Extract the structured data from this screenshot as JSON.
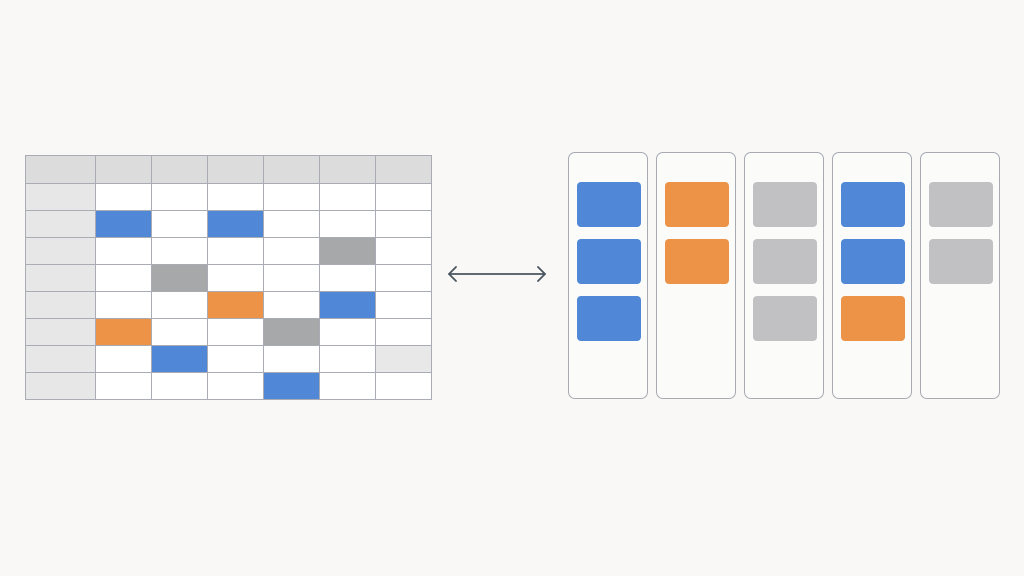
{
  "colors": {
    "background": "#f9f8f7",
    "grid_line": "#a9adb3",
    "header_fill": "#dcdcdc",
    "row_header_fill": "#e7e7e7",
    "cell_fill": "#ffffff",
    "blue": "#5087d6",
    "orange": "#ec9347",
    "grid_gray": "#a7a8a9",
    "light_gray": "#e8e8e8",
    "card_gray": "#c1c1c4",
    "arrow": "#4a5560"
  },
  "grid": {
    "rows": [
      [
        "header",
        "header",
        "header",
        "header",
        "header",
        "header",
        "header"
      ],
      [
        "rowhead",
        "empty",
        "empty",
        "empty",
        "empty",
        "empty",
        "empty"
      ],
      [
        "rowhead",
        "blue",
        "empty",
        "blue",
        "empty",
        "empty",
        "empty"
      ],
      [
        "rowhead",
        "empty",
        "empty",
        "empty",
        "empty",
        "gray",
        "empty"
      ],
      [
        "rowhead",
        "empty",
        "gray",
        "empty",
        "empty",
        "empty",
        "empty"
      ],
      [
        "rowhead",
        "empty",
        "empty",
        "orange",
        "empty",
        "blue",
        "empty"
      ],
      [
        "rowhead",
        "orange",
        "empty",
        "empty",
        "gray",
        "empty",
        "empty"
      ],
      [
        "rowhead",
        "empty",
        "blue",
        "empty",
        "empty",
        "empty",
        "light"
      ],
      [
        "rowhead",
        "empty",
        "empty",
        "empty",
        "blue",
        "empty",
        "empty"
      ]
    ]
  },
  "connector": {
    "icon": "double-arrow-icon"
  },
  "board": {
    "columns": [
      {
        "cards": [
          "blue",
          "blue",
          "blue"
        ]
      },
      {
        "cards": [
          "orange",
          "orange"
        ]
      },
      {
        "cards": [
          "gray",
          "gray",
          "gray"
        ]
      },
      {
        "cards": [
          "blue",
          "blue",
          "orange"
        ]
      },
      {
        "cards": [
          "gray",
          "gray"
        ]
      }
    ]
  }
}
